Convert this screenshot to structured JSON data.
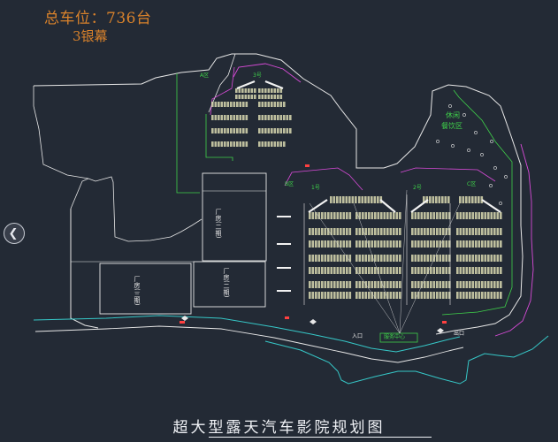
{
  "header": {
    "total_spaces": "总车位：736台",
    "screens": "3银幕"
  },
  "title": "超大型露天汽车影院规划图",
  "navigation": {
    "prev_icon": "chevron-left-icon"
  },
  "labels": {
    "leisure_line1": "休闲",
    "leisure_line2": "餐饮区",
    "screen_1": "1号",
    "screen_2": "2号",
    "screen_3": "3号",
    "warehouse_2": "厂房(二期)",
    "warehouse_3": "厂房(三期)",
    "warehouse_1": "厂房(二期)",
    "control_center": "服务中心",
    "entrance": "入口",
    "exit": "出口",
    "zone_a": "A区",
    "zone_b": "B区",
    "zone_c": "C区"
  },
  "colors": {
    "background": "#232a35",
    "orange_text": "#d9822b",
    "green_line": "#3fd14a",
    "white_line": "#e8e8e8",
    "magenta_line": "#d94bd9",
    "cyan_line": "#36c8c8",
    "red_mark": "#ff4040",
    "stall_fill": "#d9d9b0"
  }
}
